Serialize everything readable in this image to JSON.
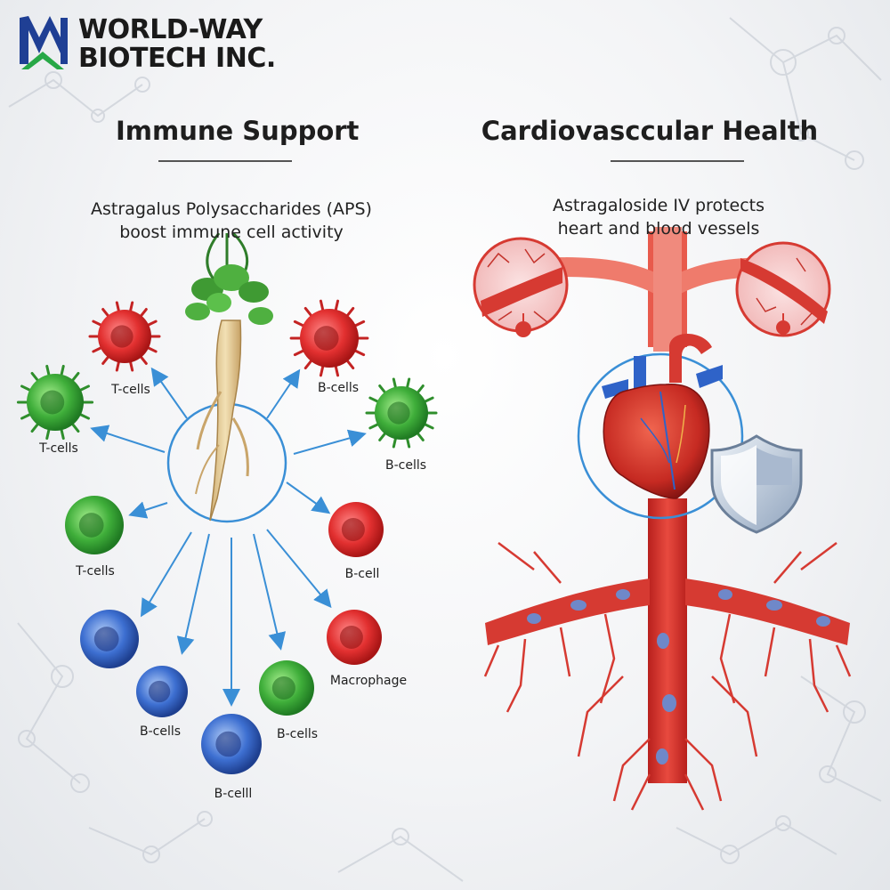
{
  "brand": {
    "name_line1": "WORLD-WAY",
    "name_line2": "BIOTECH INC.",
    "colors": {
      "logo_blue": "#1f3f94",
      "logo_green": "#27a846"
    }
  },
  "immune": {
    "title": "Immune Support",
    "subtitle_line1": "Astragalus Polysaccharides (APS)",
    "subtitle_line2": "boost immune cell activity",
    "center_icon": "astragalus-root-icon",
    "cells": [
      {
        "label": "T-cells",
        "color": "red"
      },
      {
        "label": "T-cells",
        "color": "green"
      },
      {
        "label": "T-cells",
        "color": "green"
      },
      {
        "label": "B-cells",
        "color": "blue"
      },
      {
        "label": "B-celll",
        "color": "blue"
      },
      {
        "label": "B-cells",
        "color": "green"
      },
      {
        "label": "Macrophage",
        "color": "red"
      },
      {
        "label": "B-cell",
        "color": "red"
      },
      {
        "label": "B-cells",
        "color": "green"
      },
      {
        "label": "B-cells",
        "color": "red"
      }
    ]
  },
  "cardio": {
    "title": "Cardiovasccular Health",
    "subtitle_line1": "Astragaloside IV protects",
    "subtitle_line2": "heart and blood vessels",
    "icons": [
      "heart-icon",
      "shield-icon",
      "blood-vessel-icon"
    ]
  },
  "colors": {
    "arrow": "#3a8fd6",
    "vessel_red": "#d9322e",
    "cell_blue": "#3d6fd1",
    "cell_green": "#3fae3a",
    "cell_red": "#e03030"
  }
}
